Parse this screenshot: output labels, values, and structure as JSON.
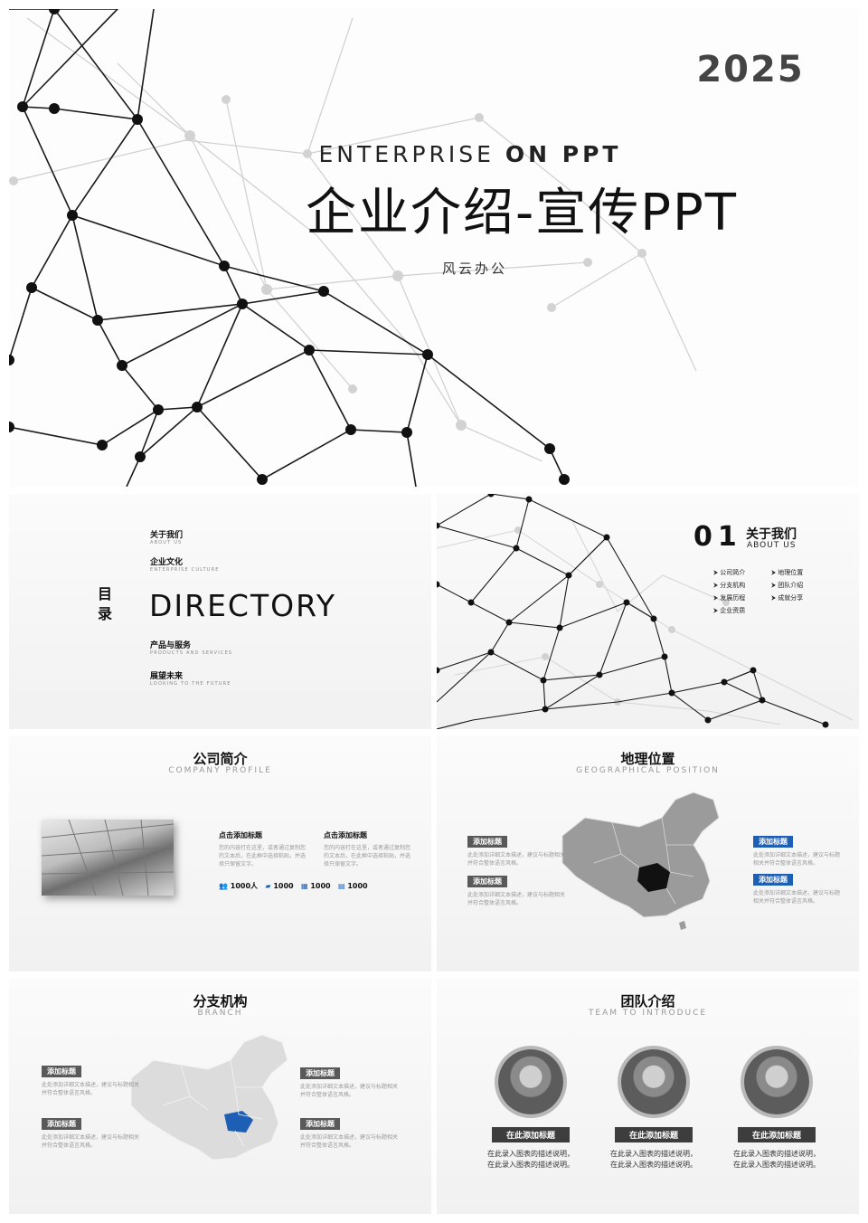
{
  "cover": {
    "year": "2025",
    "subtitle_en_light": "ENTERPRISE ",
    "subtitle_en_bold": "ON PPT",
    "title": "企业介绍-宣传PPT",
    "author": "风云办公"
  },
  "directory": {
    "side_title": "目录",
    "title": "DIRECTORY",
    "items": [
      {
        "cn": "关于我们",
        "en": "ABOUT US"
      },
      {
        "cn": "企业文化",
        "en": "ENTERPRISE CULTURE"
      },
      {
        "cn": "产品与服务",
        "en": "PRODUCTS AND SERVICES"
      },
      {
        "cn": "展望未来",
        "en": "LOOKING TO THE FUTURE"
      }
    ]
  },
  "section1": {
    "number": "01",
    "title": "关于我们",
    "subtitle": "ABOUT US",
    "items_left": [
      "公司简介",
      "分支机构",
      "发展历程",
      "企业资质"
    ],
    "items_right": [
      "地理位置",
      "团队介绍",
      "成就分享"
    ]
  },
  "profile": {
    "title": "公司简介",
    "subtitle": "COMPANY PROFILE",
    "col1_heading": "点击添加标题",
    "col1_text": "您的内容打在这里，或者通过复制您的文本后，在此框中选择粘贴，并选择只保留文字。",
    "col2_heading": "点击添加标题",
    "col2_text": "您的内容打在这里，或者通过复制您的文本后，在此框中选择粘贴，并选择只保留文字。",
    "stats": [
      "1000人",
      "1000",
      "1000",
      "1000"
    ]
  },
  "geo": {
    "title": "地理位置",
    "subtitle": "GEOGRAPHICAL POSITION",
    "tag": "添加标题",
    "text": "此处添加详细文本描述，建议与标题相关并符合整体语言风格。"
  },
  "branch": {
    "title": "分支机构",
    "subtitle": "BRANCH",
    "tag": "添加标题",
    "text": "此处添加详细文本描述，建议与标题相关并符合整体语言风格。"
  },
  "team": {
    "title": "团队介绍",
    "subtitle": "TEAM TO INTRODUCE",
    "member_title": "在此添加标题",
    "desc_line1": "在此录入图表的描述说明，",
    "desc_line2": "在此录入图表的描述说明。"
  },
  "colors": {
    "accent_blue": "#1d5fb5",
    "dark": "#3d3d3d"
  }
}
